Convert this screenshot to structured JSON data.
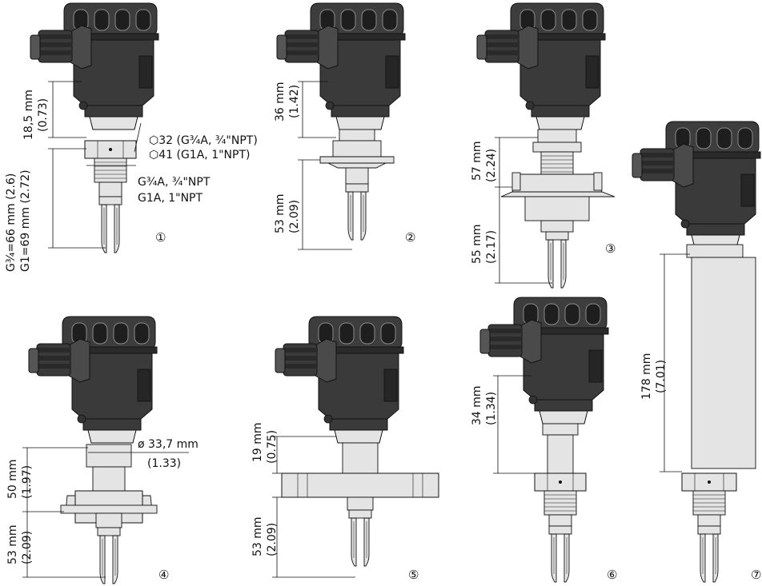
{
  "colors": {
    "housing": "#3d3d3d",
    "housing_dark": "#232323",
    "metal": "#e4e4e4",
    "ink": "#111111"
  },
  "variants": [
    {
      "marker": "①",
      "labels": [
        "18,5 mm",
        "(0.73)",
        "G¾=66 mm (2.6)",
        "G1=69 mm (2.72)"
      ],
      "notes": [
        "32 (G¾A, ¾\"NPT)",
        "41 (G1A, 1\"NPT)",
        "G¾A, ¾\"NPT",
        "G1A, 1\"NPT"
      ]
    },
    {
      "marker": "②",
      "labels": [
        "36 mm",
        "(1.42)",
        "53 mm",
        "(2.09)"
      ]
    },
    {
      "marker": "③",
      "labels": [
        "57 mm",
        "(2.24)",
        "55 mm",
        "(2.17)"
      ]
    },
    {
      "marker": "④",
      "labels": [
        "50 mm",
        "(1.97)",
        "53 mm",
        "(2.09)"
      ],
      "notes": [
        "ø 33,7 mm",
        "(1.33)"
      ]
    },
    {
      "marker": "⑤",
      "labels": [
        "19 mm",
        "(0.75)",
        "53 mm",
        "(2.09)"
      ]
    },
    {
      "marker": "⑥",
      "labels": [
        "34 mm",
        "(1.34)"
      ]
    },
    {
      "marker": "⑦",
      "labels": [
        "178 mm",
        "(7.01)"
      ]
    }
  ]
}
